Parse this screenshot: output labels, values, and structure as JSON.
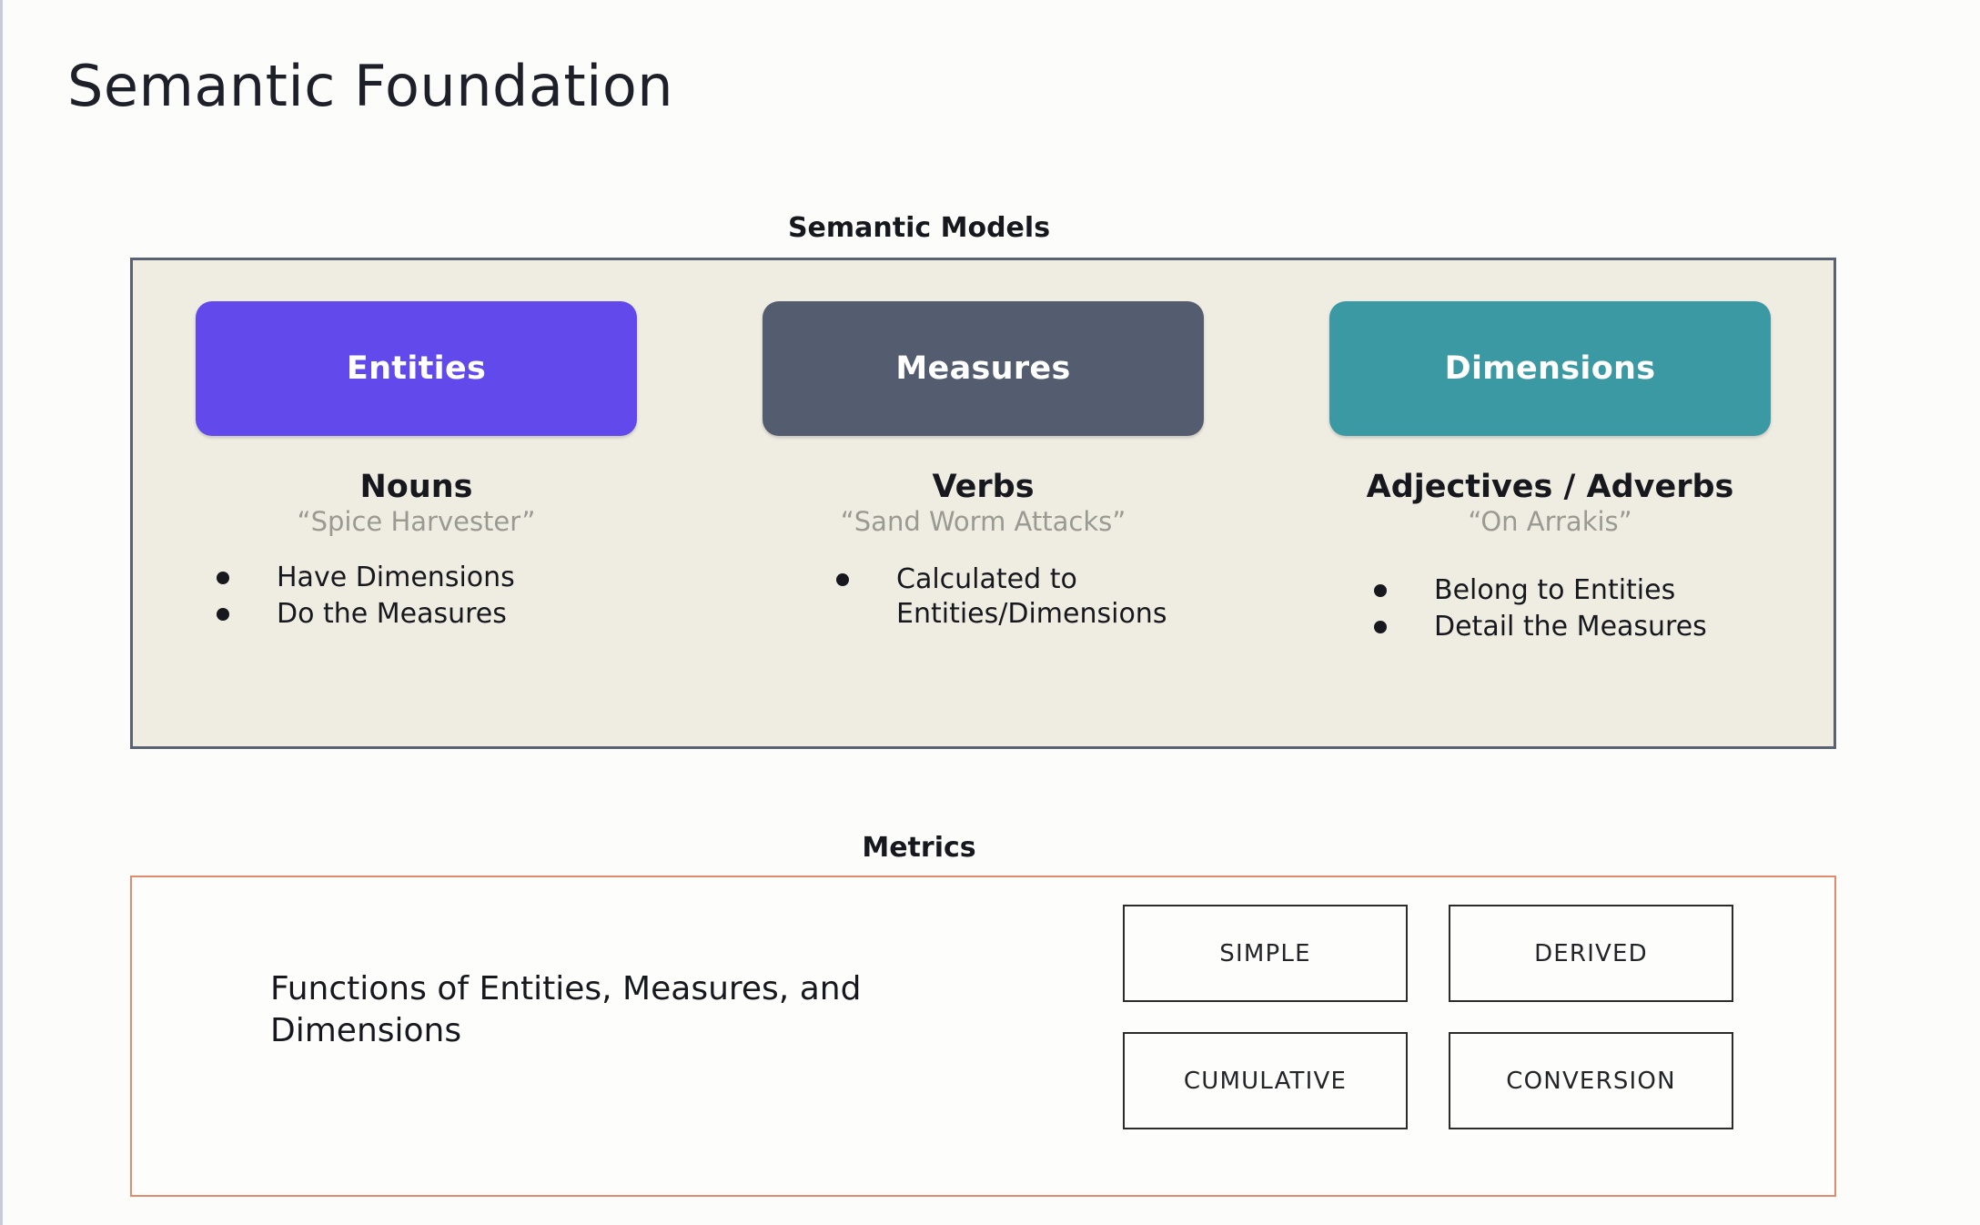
{
  "slide": {
    "title": "Semantic Foundation"
  },
  "semantic_models": {
    "header": "Semantic Models",
    "columns": [
      {
        "chip_label": "Entities",
        "chip_color": "#6249ec",
        "part_of_speech": "Nouns",
        "example": "“Spice Harvester”",
        "bullets": [
          "Have Dimensions",
          "Do the Measures"
        ]
      },
      {
        "chip_label": "Measures",
        "chip_color": "#545c6f",
        "part_of_speech": "Verbs",
        "example": "“Sand Worm Attacks”",
        "bullets": [
          "Calculated to Entities/Dimensions"
        ]
      },
      {
        "chip_label": "Dimensions",
        "chip_color": "#3b99a4",
        "part_of_speech": "Adjectives / Adverbs",
        "example": "“On Arrakis”",
        "bullets": [
          "Belong to Entities",
          "Detail the Measures"
        ]
      }
    ]
  },
  "metrics": {
    "header": "Metrics",
    "caption": "Functions of Entities, Measures, and Dimensions",
    "border_color": "#e08a6e",
    "types": [
      "SIMPLE",
      "DERIVED",
      "CUMULATIVE",
      "CONVERSION"
    ]
  },
  "colors": {
    "page_background": "#fcfcfa",
    "panel_background": "#efede2",
    "panel_border": "#5a6272",
    "metrics_border": "#e08a6e",
    "example_text": "#9a9a93",
    "body_text": "#16181d"
  }
}
